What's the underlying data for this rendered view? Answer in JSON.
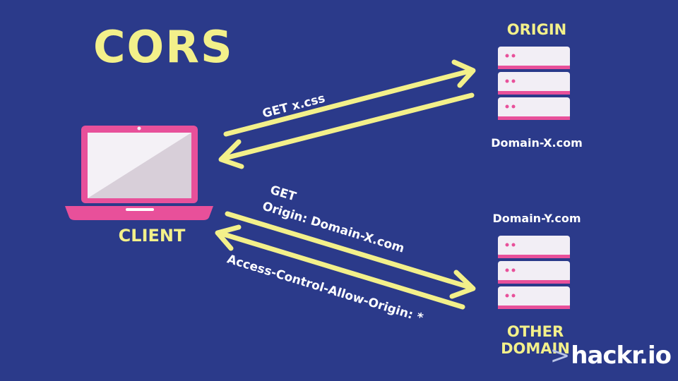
{
  "title": "CORS",
  "nodes": {
    "origin": {
      "label": "ORIGIN",
      "domain": "Domain-X.com"
    },
    "client": {
      "label": "CLIENT"
    },
    "other": {
      "label": "OTHER DOMAIN",
      "domain": "Domain-Y.com"
    }
  },
  "messages": {
    "get_css": "GET x.css",
    "get_line1": "GET",
    "get_line2": "Origin: Domain-X.com",
    "response": "Access-Control-Allow-Origin: *"
  },
  "brand": {
    "chevron": ">",
    "name": "hackr.io"
  },
  "colors": {
    "background": "#2b3a8a",
    "accent_yellow": "#f3f08a",
    "laptop_pink": "#e8509a",
    "server_white": "#f2eef5"
  }
}
